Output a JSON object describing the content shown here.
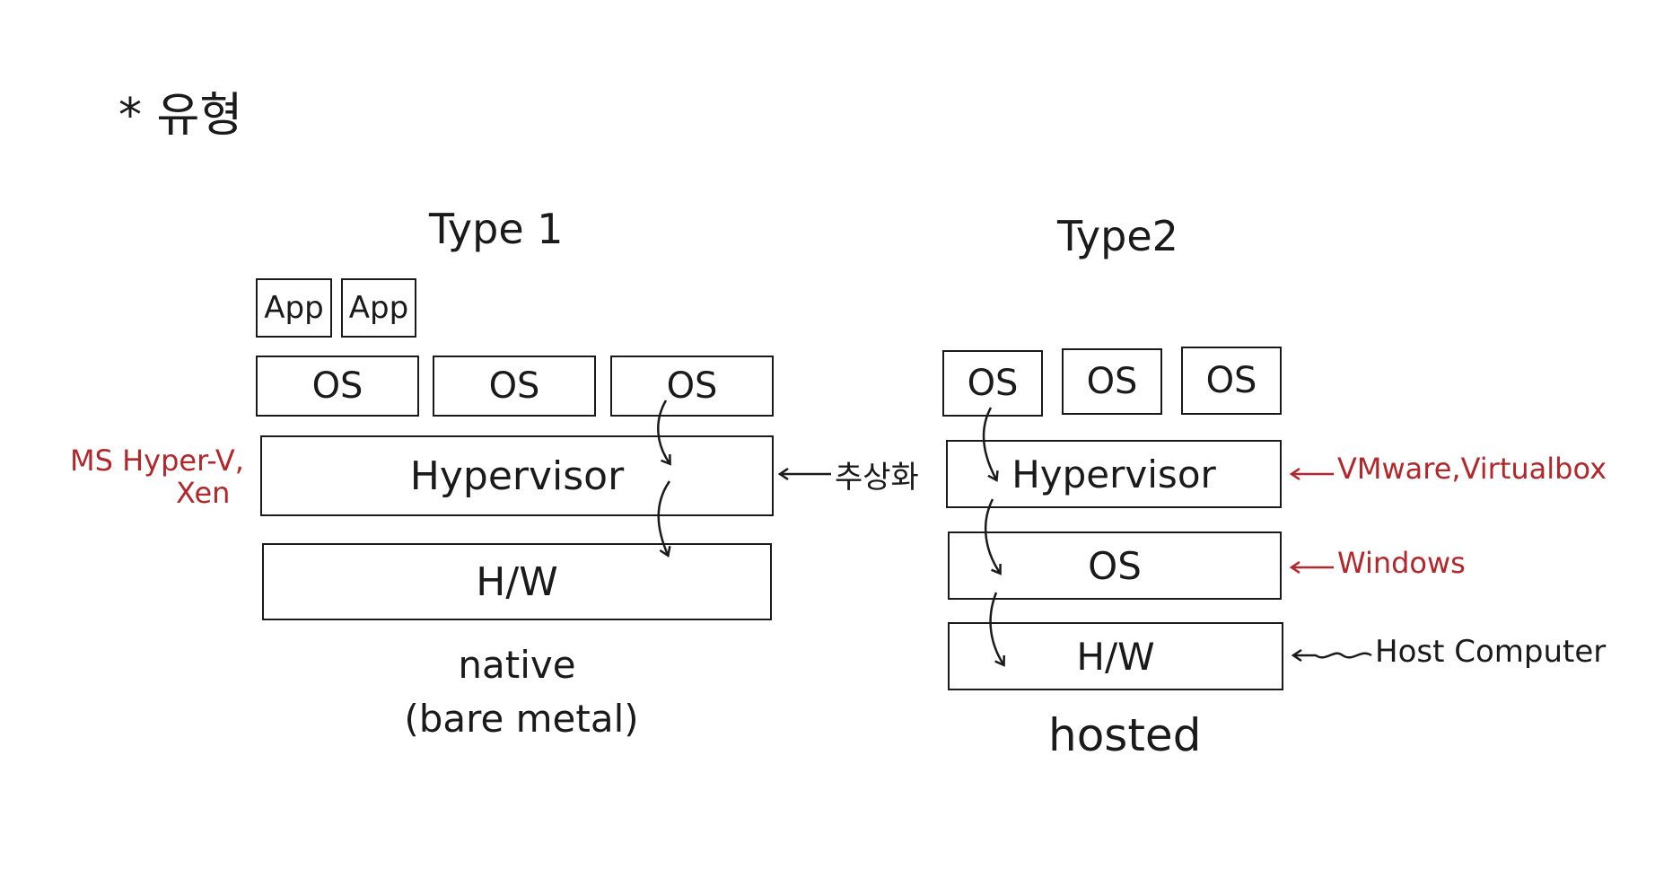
{
  "heading": "* 유형",
  "type1": {
    "title": "Type 1",
    "apps": [
      "App",
      "App"
    ],
    "guest_os": [
      "OS",
      "OS",
      "OS"
    ],
    "hypervisor": "Hypervisor",
    "hardware": "H/W",
    "caption_line1": "native",
    "caption_line2": "(bare metal)",
    "example_line1": "MS Hyper-V,",
    "example_line2": "Xen"
  },
  "abstraction_label": "추상화",
  "type2": {
    "title": "Type2",
    "guest_os": [
      "OS",
      "OS",
      "OS"
    ],
    "hypervisor": "Hypervisor",
    "host_os": "OS",
    "hardware": "H/W",
    "caption": "hosted",
    "hypervisor_note": "VMware,Virtualbox",
    "host_os_note": "Windows",
    "hardware_note": "Host Computer"
  },
  "colors": {
    "ink": "#1a1a1a",
    "annotation_red": "#b3262a"
  }
}
